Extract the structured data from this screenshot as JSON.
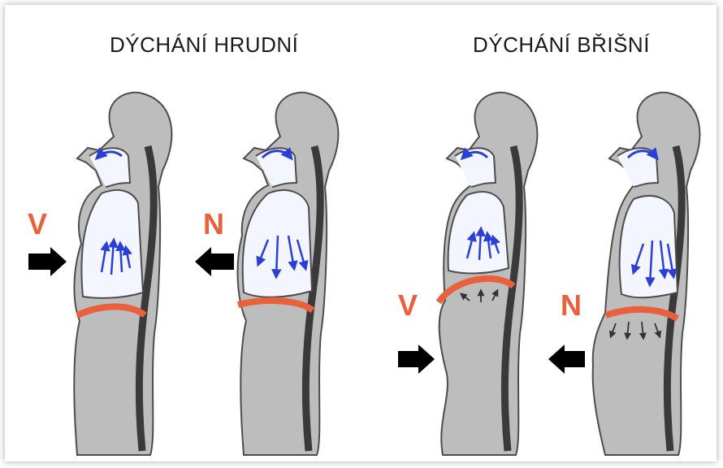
{
  "titles": {
    "thoracic": "DÝCHÁNÍ HRUDNÍ",
    "abdominal": "DÝCHÁNÍ BŘIŠNÍ"
  },
  "labels": {
    "fig1": "V",
    "fig2": "N",
    "fig3": "V",
    "fig4": "N"
  },
  "colors": {
    "body": "#bdbdbd",
    "body_outline": "#4d4d4d",
    "spine": "#3a3a3a",
    "lung": "#f4f6ff",
    "diaphragm": "#e8613c",
    "airflow": "#2b3fd6",
    "label": "#e8613c",
    "arrow": "#000000"
  }
}
